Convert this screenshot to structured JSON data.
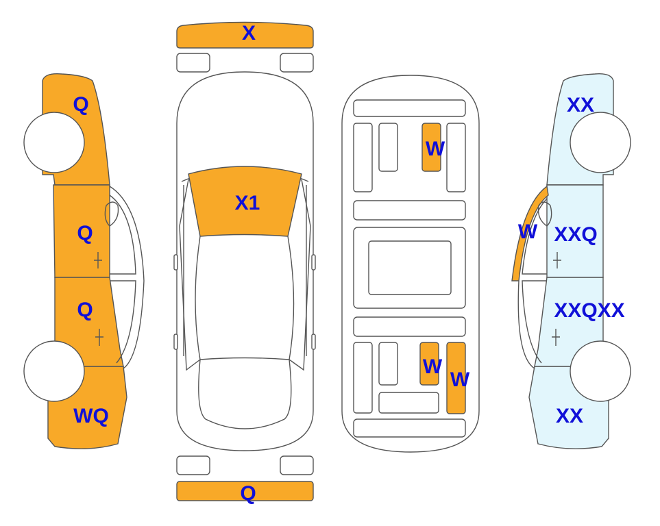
{
  "colors": {
    "damage_orange": "#f8a928",
    "light_blue": "#e2f6fc",
    "label_blue": "#1010d8",
    "outline": "#555555"
  },
  "labels": {
    "front_bumper": "X",
    "rear_bumper": "Q",
    "windshield": "X1",
    "left_front_fender": "Q",
    "left_front_door": "Q",
    "left_rear_door": "Q",
    "left_rear_quarter": "WQ",
    "floor_front_right": "W",
    "floor_rear_right_a": "W",
    "floor_rear_right_b": "W",
    "right_front_fender": "XX",
    "right_a_pillar": "W",
    "right_front_door": "XXQ",
    "right_rear_door": "XXQXX",
    "right_rear_quarter": "XX"
  }
}
